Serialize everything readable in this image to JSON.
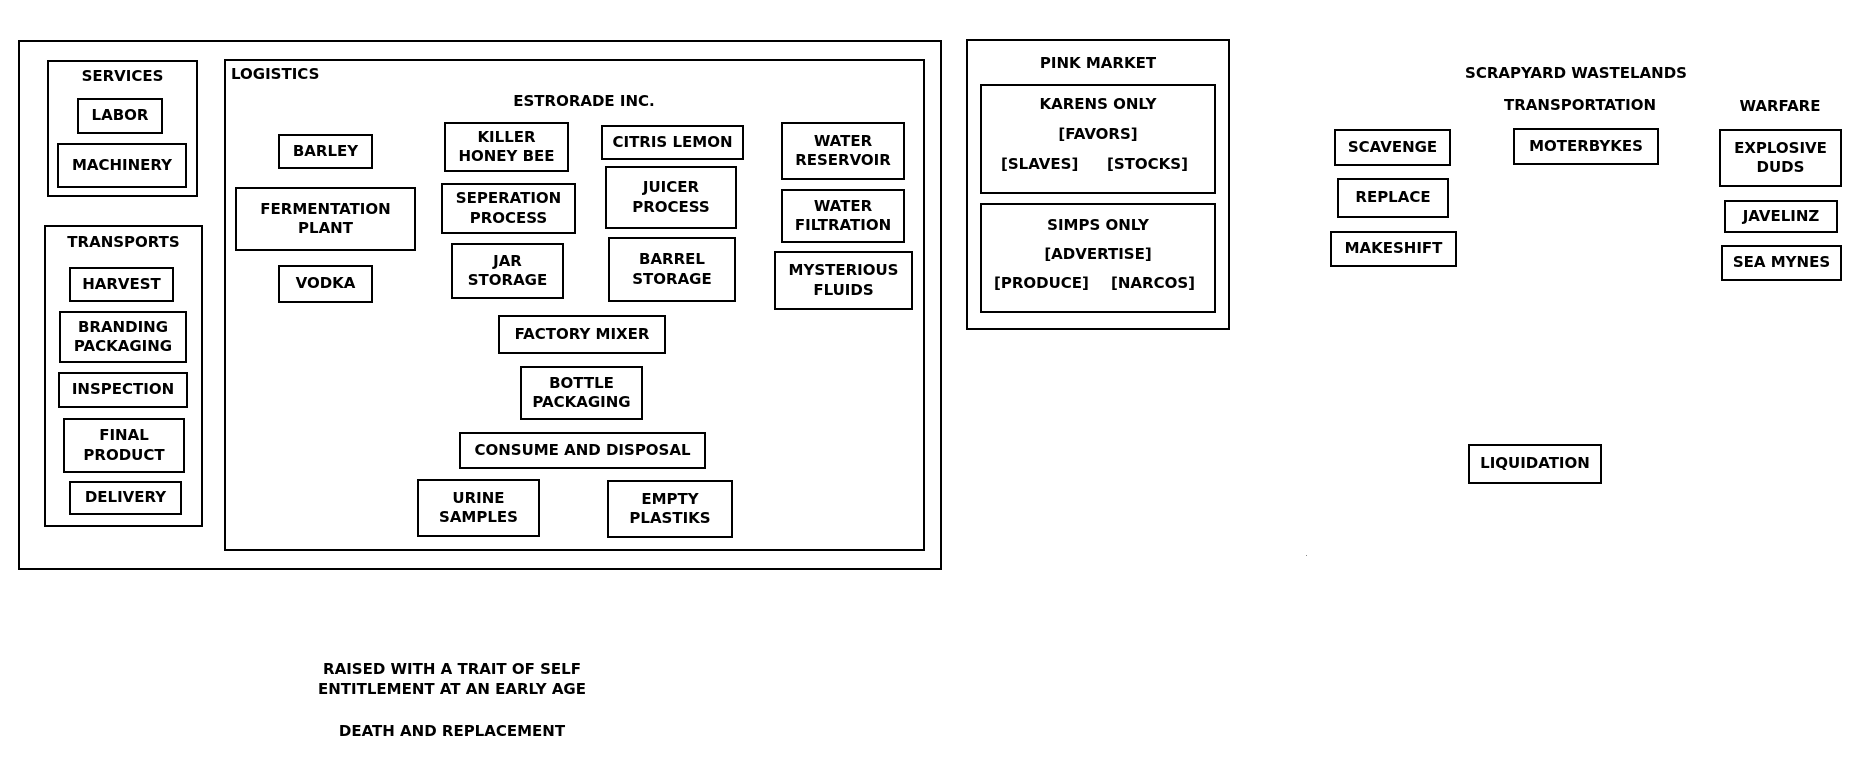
{
  "services": {
    "title": "SERVICES",
    "items": [
      "LABOR",
      "MACHINERY"
    ]
  },
  "transports": {
    "title": "TRANSPORTS",
    "items": [
      "HARVEST",
      "BRANDING\nPACKAGING",
      "INSPECTION",
      "FINAL\nPRODUCT",
      "DELIVERY"
    ]
  },
  "logistics": {
    "title": "LOGISTICS",
    "company": "ESTRORADE INC.",
    "col1": [
      "BARLEY",
      "FERMENTATION\nPLANT",
      "VODKA"
    ],
    "col2": [
      "KILLER\nHONEY BEE",
      "SEPERATION\nPROCESS",
      "JAR\nSTORAGE"
    ],
    "col3": [
      "CITRIS LEMON",
      "JUICER\nPROCESS",
      "BARREL\nSTORAGE"
    ],
    "col4": [
      "WATER\nRESERVOIR",
      "WATER\nFILTRATION",
      "MYSTERIOUS\nFLUIDS"
    ],
    "center": [
      "FACTORY MIXER",
      "BOTTLE\nPACKAGING",
      "CONSUME AND DISPOSAL"
    ],
    "bottom": [
      "URINE\nSAMPLES",
      "EMPTY\nPLASTIKS"
    ]
  },
  "pink_market": {
    "title": "PINK MARKET",
    "karens": {
      "title": "KARENS ONLY",
      "center": "[FAVORS]",
      "left": "[SLAVES]",
      "right": "[STOCKS]"
    },
    "simps": {
      "title": "SIMPS ONLY",
      "center": "[ADVERTISE]",
      "left": "[PRODUCE]",
      "right": "[NARCOS]"
    }
  },
  "scrapyard": {
    "title": "SCRAPYARD WASTELANDS",
    "left_items": [
      "SCAVENGE",
      "REPLACE",
      "MAKESHIFT"
    ],
    "transportation": {
      "title": "TRANSPORTATION",
      "items": [
        "MOTERBYKES"
      ]
    },
    "warfare": {
      "title": "WARFARE",
      "items": [
        "EXPLOSIVE\nDUDS",
        "JAVELINZ",
        "SEA MYNES"
      ]
    },
    "liquidation": "LIQUIDATION"
  },
  "notes": {
    "trait": "RAISED WITH A TRAIT OF SELF\nENTITLEMENT AT AN EARLY AGE",
    "death": "DEATH AND REPLACEMENT"
  }
}
